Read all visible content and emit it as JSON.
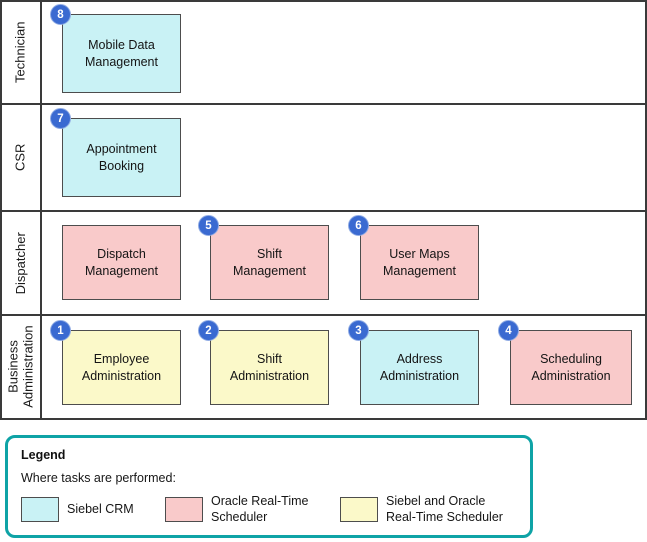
{
  "colors": {
    "cyan": "#c9f2f5",
    "pink": "#f9caca",
    "yellow": "#fbf9c9",
    "badge": "#3a6ad1",
    "legend_border": "#0ea3a6"
  },
  "lanes": [
    {
      "label": "Technician"
    },
    {
      "label": "CSR"
    },
    {
      "label": "Dispatcher"
    },
    {
      "label": [
        "Business",
        "Administration"
      ]
    }
  ],
  "tasks": {
    "mobile_data": {
      "num": "8",
      "title": [
        "Mobile Data",
        "Management"
      ],
      "color": "cyan"
    },
    "appointment": {
      "num": "7",
      "title": [
        "Appointment",
        "Booking"
      ],
      "color": "cyan"
    },
    "dispatch": {
      "num": "",
      "title": [
        "Dispatch",
        "Management"
      ],
      "color": "pink"
    },
    "shift_mgmt": {
      "num": "5",
      "title": [
        "Shift",
        "Management"
      ],
      "color": "pink"
    },
    "user_maps": {
      "num": "6",
      "title": [
        "User Maps",
        "Management"
      ],
      "color": "pink"
    },
    "employee_admin": {
      "num": "1",
      "title": [
        "Employee",
        "Administration"
      ],
      "color": "yellow"
    },
    "shift_admin": {
      "num": "2",
      "title": [
        "Shift",
        "Administration"
      ],
      "color": "yellow"
    },
    "address_admin": {
      "num": "3",
      "title": [
        "Address",
        "Administration"
      ],
      "color": "cyan"
    },
    "scheduling_admin": {
      "num": "4",
      "title": [
        "Scheduling",
        "Administration"
      ],
      "color": "pink"
    }
  },
  "legend": {
    "title": "Legend",
    "subtitle": "Where tasks are performed:",
    "items": [
      {
        "label": "Siebel CRM",
        "color": "cyan"
      },
      {
        "label": [
          "Oracle Real-Time",
          "Scheduler"
        ],
        "color": "pink"
      },
      {
        "label": [
          "Siebel and Oracle",
          "Real-Time Scheduler"
        ],
        "color": "yellow"
      }
    ]
  }
}
